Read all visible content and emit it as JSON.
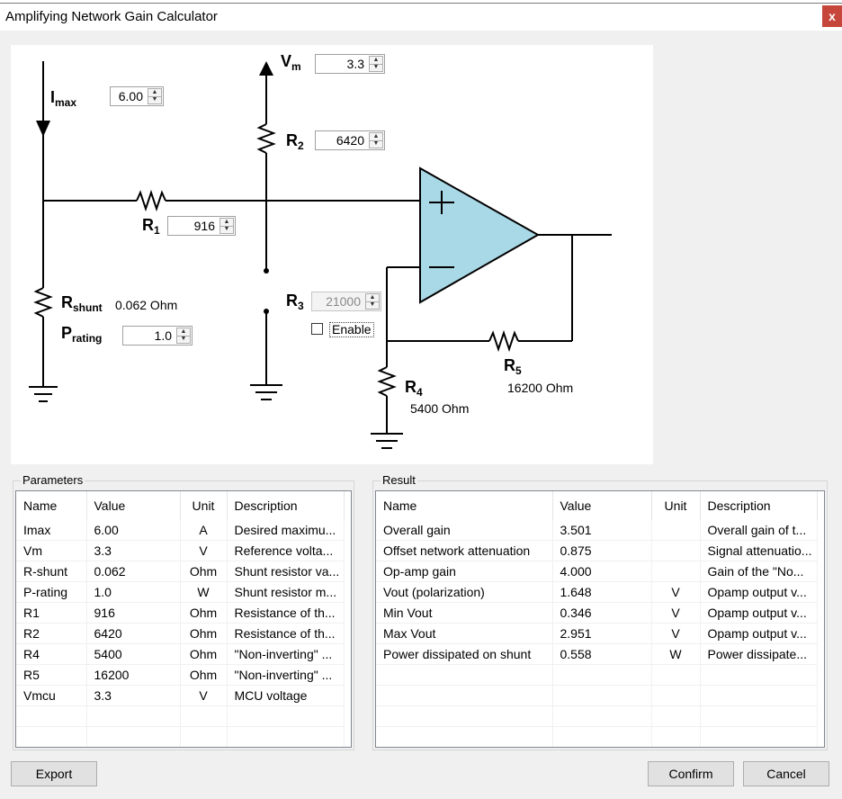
{
  "window": {
    "title": "Amplifying Network Gain Calculator",
    "close_glyph": "x"
  },
  "diagram": {
    "imax": {
      "label": "I",
      "sub": "max",
      "value": "6.00"
    },
    "vm": {
      "label": "V",
      "sub": "m",
      "value": "3.3"
    },
    "r2": {
      "label": "R",
      "sub": "2",
      "value": "6420"
    },
    "r1": {
      "label": "R",
      "sub": "1",
      "value": "916"
    },
    "rshunt": {
      "label": "R",
      "sub": "shunt",
      "value_text": "0.062 Ohm"
    },
    "prating": {
      "label": "P",
      "sub": "rating",
      "value": "1.0"
    },
    "r3": {
      "label": "R",
      "sub": "3",
      "value": "21000",
      "enable_label": "Enable"
    },
    "r4": {
      "label": "R",
      "sub": "4",
      "value_text": "5400 Ohm"
    },
    "r5": {
      "label": "R",
      "sub": "5",
      "value_text": "16200 Ohm"
    },
    "opamp": {
      "plus": "+",
      "minus": "—"
    },
    "colors": {
      "opamp_fill": "#a9d8e6",
      "wire": "#000000"
    }
  },
  "parameters": {
    "title": "Parameters",
    "columns": [
      "Name",
      "Value",
      "Unit",
      "Description"
    ],
    "rows": [
      [
        "Imax",
        "6.00",
        "A",
        "Desired maximu..."
      ],
      [
        "Vm",
        "3.3",
        "V",
        "Reference volta..."
      ],
      [
        "R-shunt",
        "0.062",
        "Ohm",
        "Shunt resistor va..."
      ],
      [
        "P-rating",
        "1.0",
        "W",
        "Shunt resistor m..."
      ],
      [
        "R1",
        "916",
        "Ohm",
        "Resistance of th..."
      ],
      [
        "R2",
        "6420",
        "Ohm",
        "Resistance of th..."
      ],
      [
        "R4",
        "5400",
        "Ohm",
        "\"Non-inverting\" ..."
      ],
      [
        "R5",
        "16200",
        "Ohm",
        "\"Non-inverting\" ..."
      ],
      [
        "Vmcu",
        "3.3",
        "V",
        "MCU voltage"
      ]
    ]
  },
  "result": {
    "title": "Result",
    "columns": [
      "Name",
      "Value",
      "Unit",
      "Description"
    ],
    "rows": [
      [
        "Overall gain",
        "3.501",
        "",
        "Overall gain of t..."
      ],
      [
        "Offset network attenuation",
        "0.875",
        "",
        "Signal attenuatio..."
      ],
      [
        "Op-amp gain",
        "4.000",
        "",
        "Gain of the \"No..."
      ],
      [
        "Vout (polarization)",
        "1.648",
        "V",
        "Opamp output v..."
      ],
      [
        "Min Vout",
        "0.346",
        "V",
        "Opamp output v..."
      ],
      [
        "Max Vout",
        "2.951",
        "V",
        "Opamp output v..."
      ],
      [
        "Power dissipated on shunt",
        "0.558",
        "W",
        "Power dissipate..."
      ]
    ]
  },
  "buttons": {
    "export": "Export",
    "confirm": "Confirm",
    "cancel": "Cancel"
  }
}
